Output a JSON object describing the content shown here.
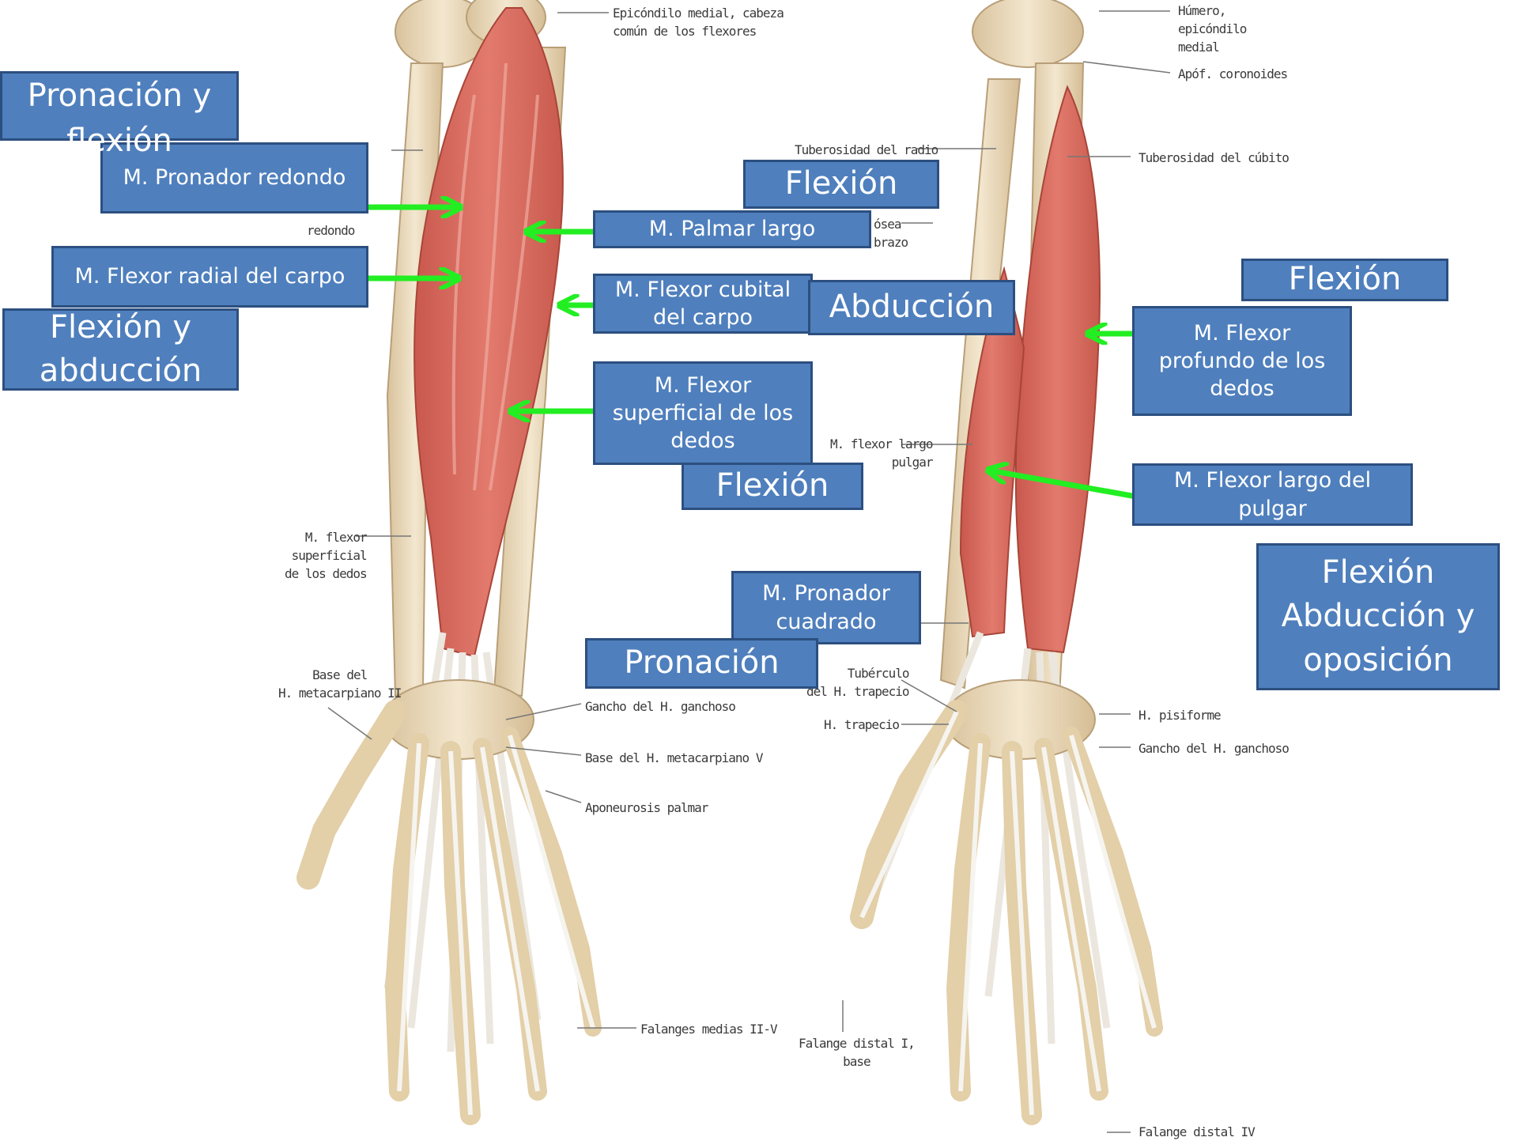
{
  "muscle_labels": {
    "pronador_redondo": "M. Pronador redondo",
    "flexor_radial_carpo": "M. Flexor radial del carpo",
    "palmar_largo": "M. Palmar largo",
    "flexor_cubital_carpo": "M. Flexor cubital\ndel carpo",
    "flexor_superficial": "M. Flexor\nsuperficial de los\ndedos",
    "pronador_cuadrado": "M. Pronador\ncuadrado",
    "flexor_profundo": "M. Flexor\nprofundo de los\ndedos",
    "flexor_largo_pulgar": "M. Flexor largo del\npulgar"
  },
  "function_labels": {
    "pronacion_flexion": "Pronación y\nflexión",
    "flexion_abduccion": "Flexión y\nabducción",
    "flexion_palmar": "Flexión",
    "abduccion": "Abducción",
    "flexion_superficial": "Flexión",
    "pronacion": "Pronación",
    "flexion_profundo": "Flexión",
    "flexion_abduccion_oposicion": "Flexión\nAbducción y\noposición"
  },
  "annotations": {
    "epicondilo_medial": "Epicóndilo medial, cabeza\ncomún de los flexores",
    "humero_epicondilo": "Húmero,\nepicóndilo\nmedial",
    "apof_coronoides": "Apóf. coronoides",
    "tuberosidad_radio": "Tuberosidad del radio",
    "tuberosidad_cubito": "Tuberosidad del cúbito",
    "redondo": "redondo",
    "membrana_osea": "ósea\nbrazo",
    "flexor_largo_pulgar_small": "M. flexor largo\npulgar",
    "flexor_superficial_small": "M. flexor\nsuperficial\nde los dedos",
    "base_metacarpiano_ii": "Base del\nH. metacarpiano II",
    "gancho_ganchoso_left": "Gancho del H. ganchoso",
    "base_metacarpiano_v": "Base del H. metacarpiano V",
    "aponeurosis_palmar": "Aponeurosis palmar",
    "tuberculo_trapecio": "Tubérculo\ndel H. trapecio",
    "trapecio": "H. trapecio",
    "pisiforme": "H. pisiforme",
    "gancho_ganchoso_right": "Gancho del H. ganchoso",
    "falanges_medias": "Falanges medias II-V",
    "falange_distal_i": "Falange distal I,\nbase",
    "falange_distal_iv": "Falange distal IV"
  },
  "colors": {
    "label_fill": "#4f7fbd",
    "label_border": "#2c4f80",
    "arrow": "#22ee22",
    "muscle": "#d9675c",
    "bone": "#ecdcc0",
    "tendon": "#e9e5dd"
  }
}
